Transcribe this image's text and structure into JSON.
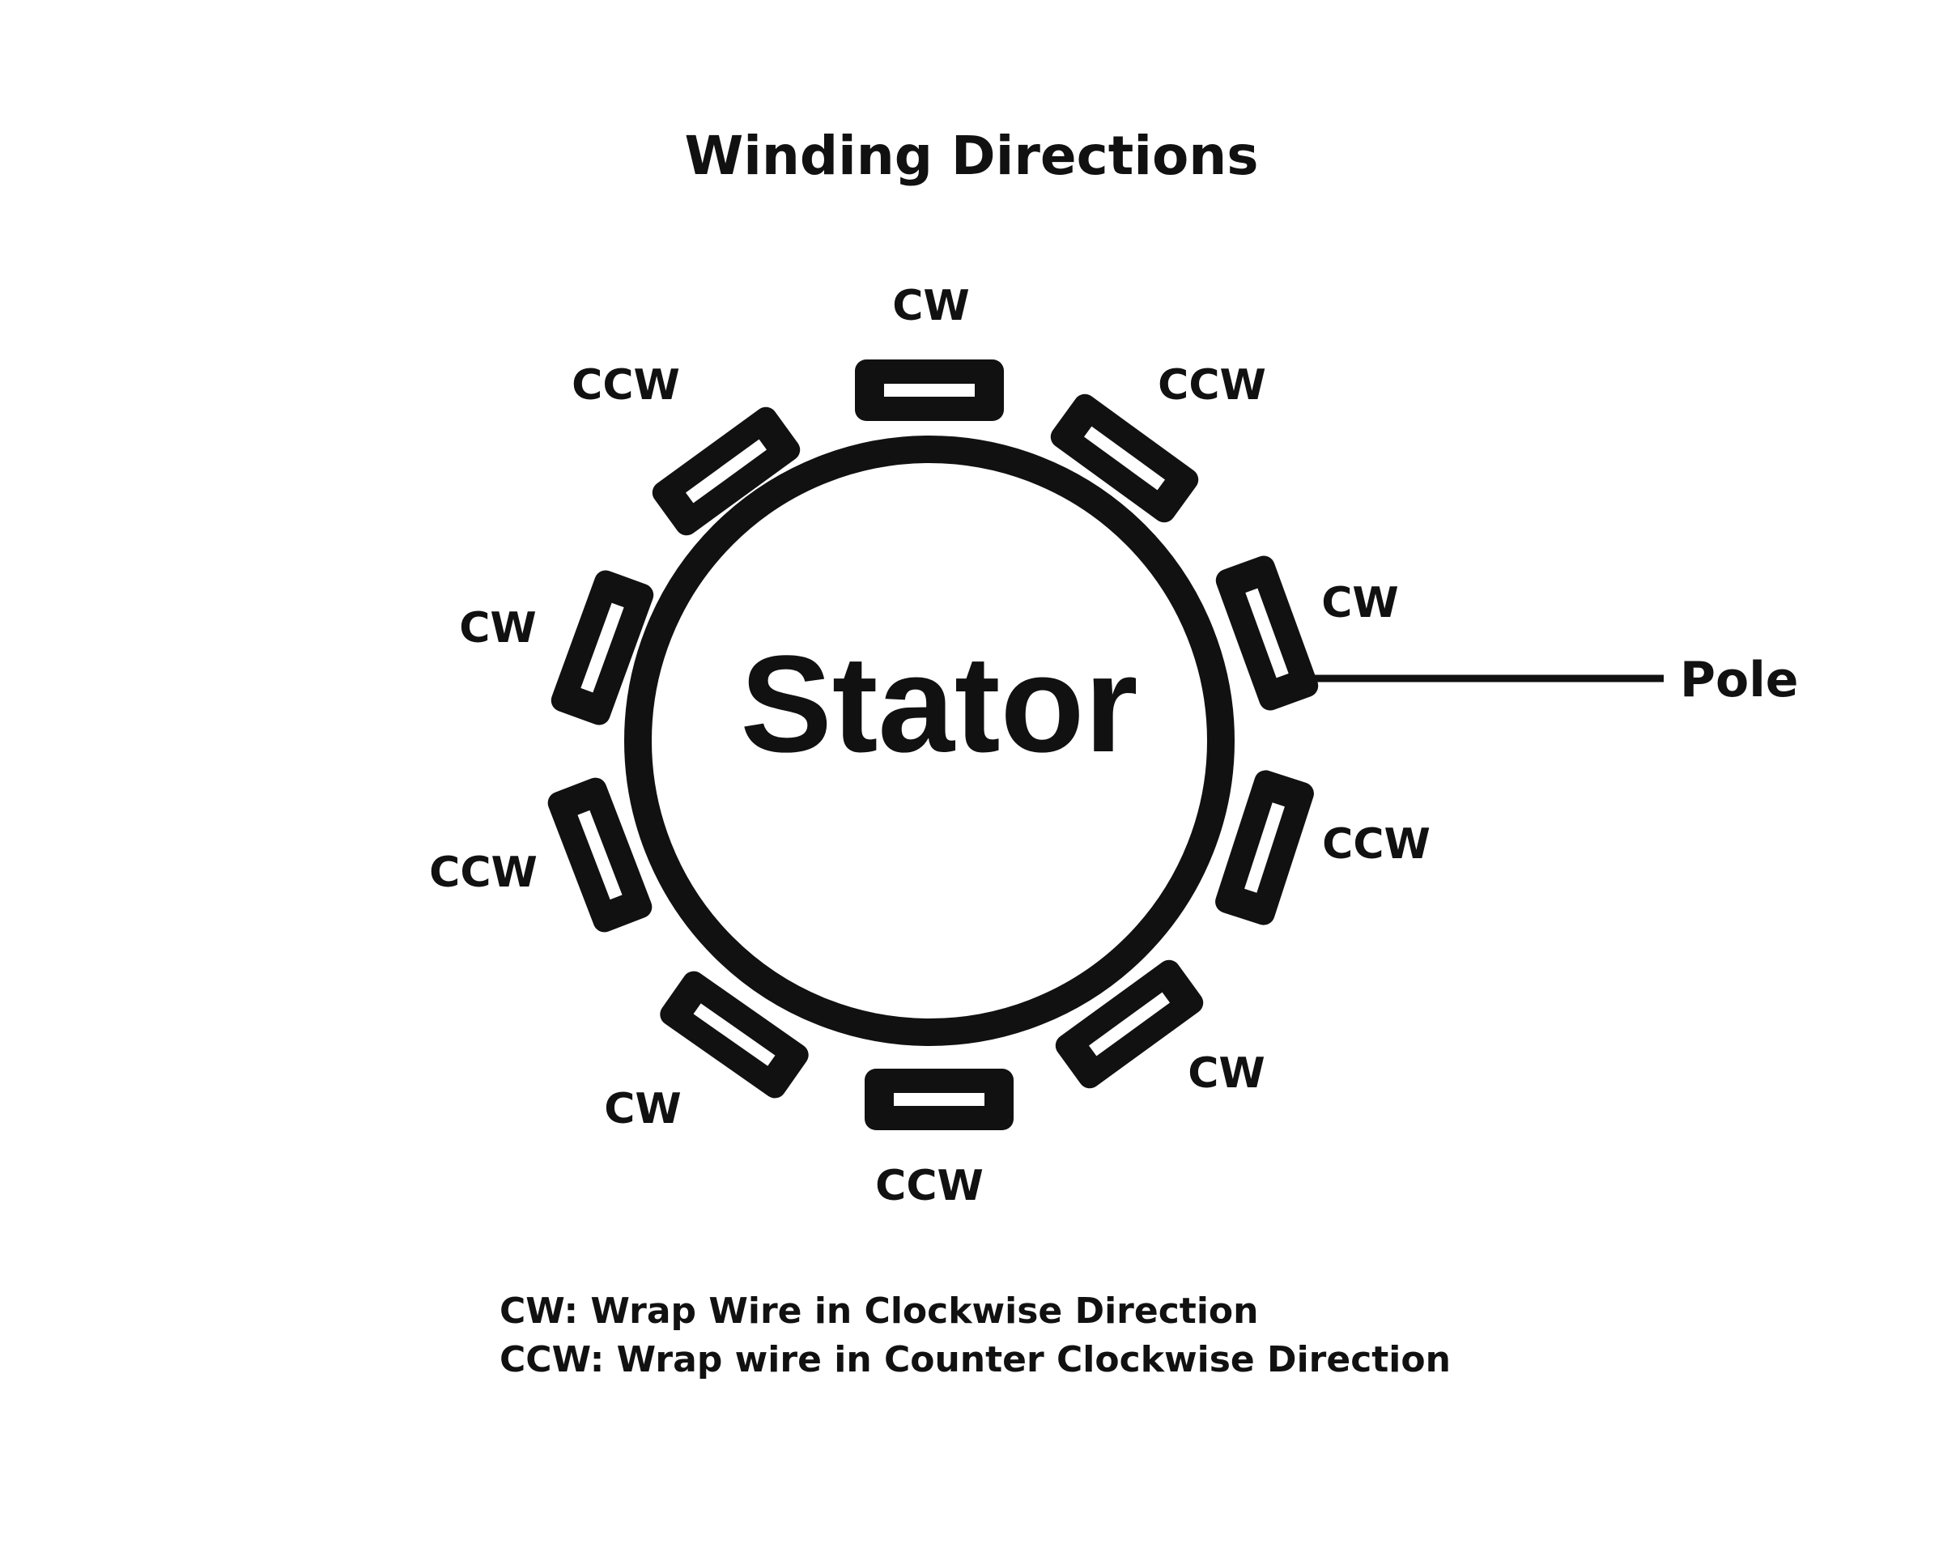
{
  "title": "Winding Directions",
  "core_label": "Stator",
  "pointer_label": "Pole",
  "poles": [
    {
      "direction": "CW"
    },
    {
      "direction": "CCW"
    },
    {
      "direction": "CW"
    },
    {
      "direction": "CCW"
    },
    {
      "direction": "CW"
    },
    {
      "direction": "CCW"
    },
    {
      "direction": "CW"
    },
    {
      "direction": "CCW"
    },
    {
      "direction": "CW"
    },
    {
      "direction": "CCW"
    }
  ],
  "legend": [
    "CW: Wrap Wire in Clockwise Direction",
    "CCW: Wrap wire in Counter Clockwise Direction"
  ],
  "colors": {
    "ink": "#111111",
    "background": "#ffffff"
  }
}
